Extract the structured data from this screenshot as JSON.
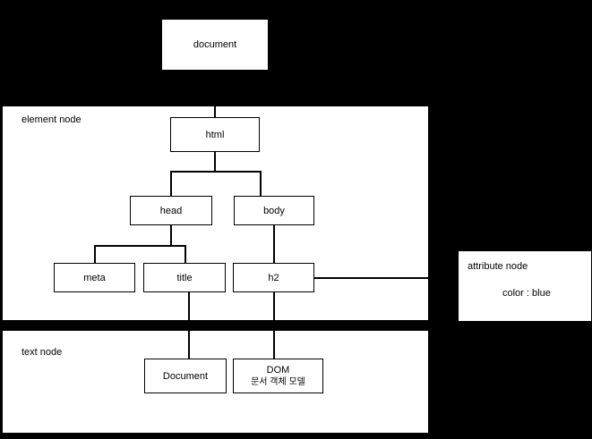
{
  "diagram": {
    "title_node": {
      "label": "document"
    },
    "panels": {
      "element_node": {
        "label": "element node"
      },
      "text_node": {
        "label": "text node"
      },
      "attribute_node": {
        "label": "attribute node",
        "attribute": "color : blue"
      }
    },
    "nodes": {
      "html": {
        "label": "html"
      },
      "head": {
        "label": "head"
      },
      "body": {
        "label": "body"
      },
      "meta": {
        "label": "meta"
      },
      "title": {
        "label": "title"
      },
      "h2": {
        "label": "h2"
      },
      "text_document": {
        "label": "Document"
      },
      "text_dom": {
        "label": "DOM",
        "sub": "문서 객체 모델"
      }
    }
  },
  "colors": {
    "background": "#000000",
    "panel": "#ffffff",
    "stroke": "#000000",
    "text": "#000000"
  }
}
